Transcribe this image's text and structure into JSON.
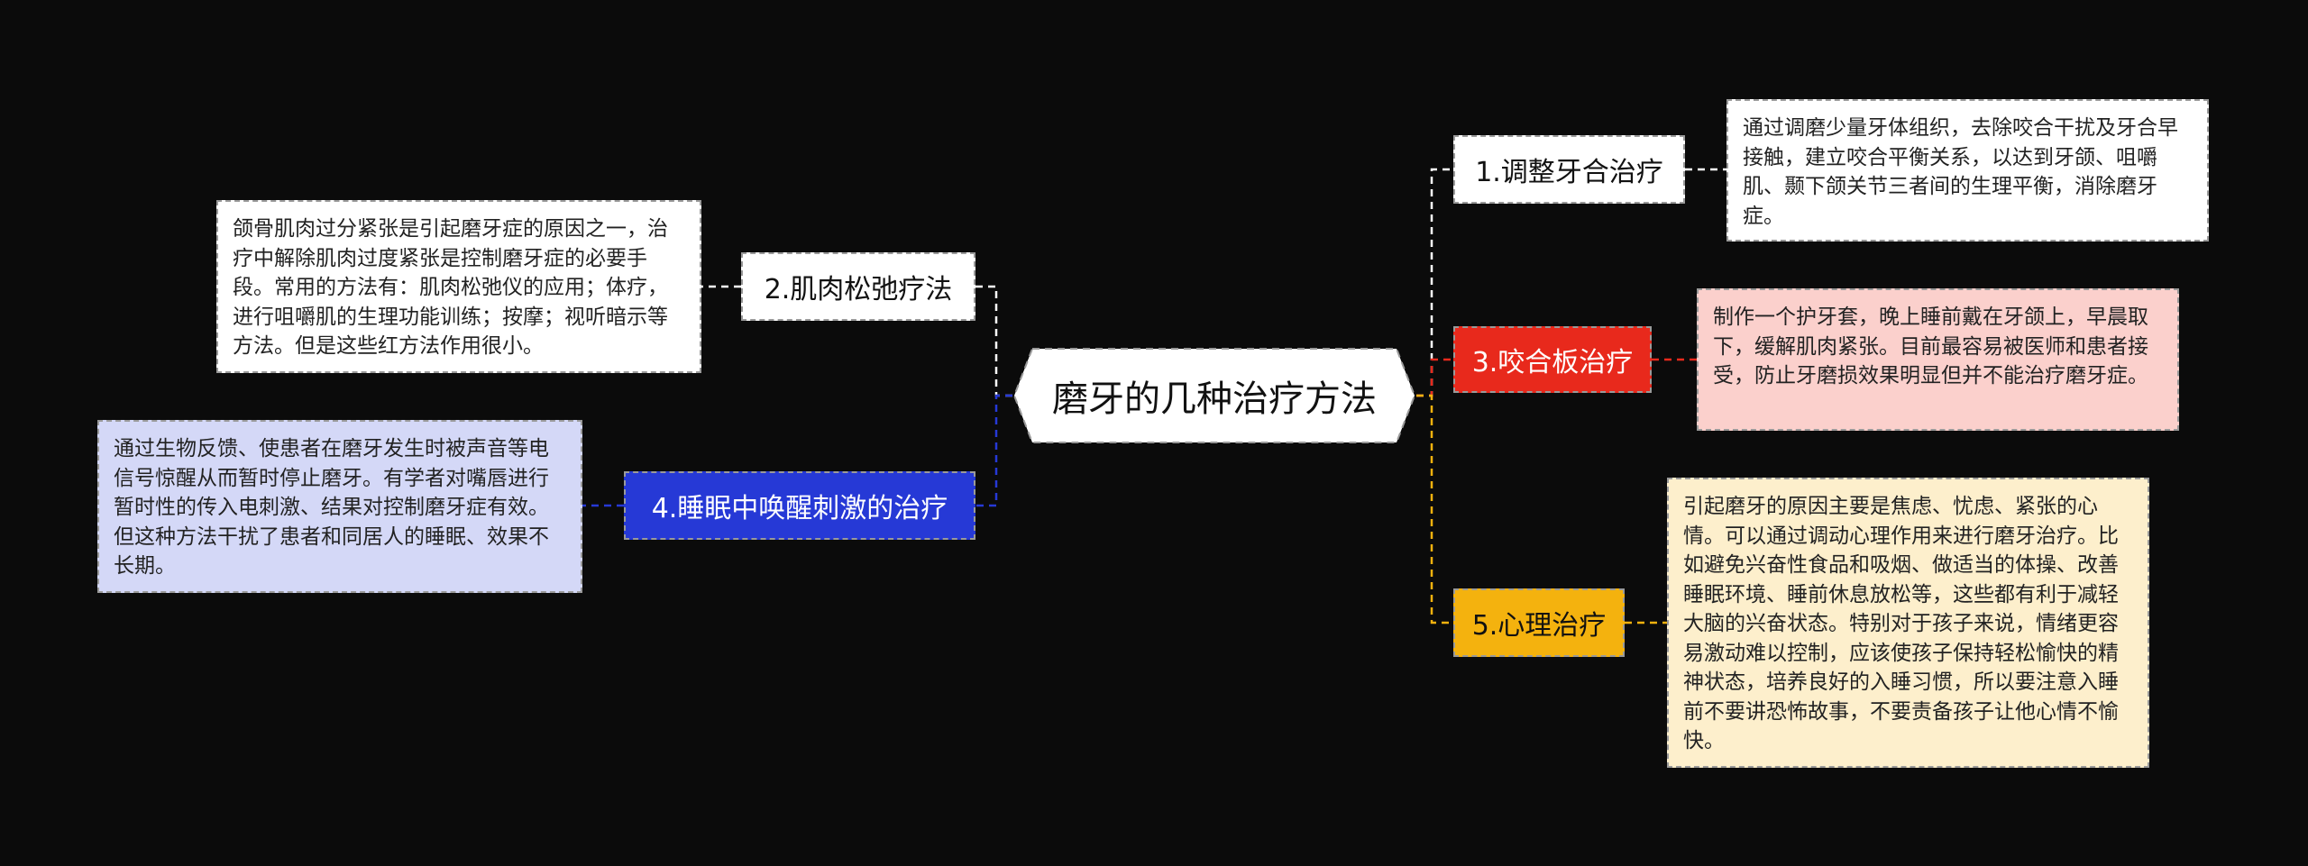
{
  "root": {
    "title": "磨牙的几种治疗方法"
  },
  "branches": [
    {
      "label": "1.调整牙合治疗",
      "detail": "通过调磨少量牙体组织，去除咬合干扰及牙合早接触，建立咬合平衡关系，以达到牙颌、咀嚼肌、颞下颌关节三者间的生理平衡，消除磨牙症。",
      "color": "#ffffff",
      "detail_bg": "#ffffff"
    },
    {
      "label": "2.肌肉松弛疗法",
      "detail": "颌骨肌肉过分紧张是引起磨牙症的原因之一，治疗中解除肌肉过度紧张是控制磨牙症的必要手段。常用的方法有：肌肉松弛仪的应用；体疗，进行咀嚼肌的生理功能训练；按摩；视听暗示等方法。但是这些红方法作用很小。",
      "color": "#ffffff",
      "detail_bg": "#ffffff"
    },
    {
      "label": "3.咬合板治疗",
      "detail": "制作一个护牙套，晚上睡前戴在牙颌上，早晨取下，缓解肌肉紧张。目前最容易被医师和患者接受，防止牙磨损效果明显但并不能治疗磨牙症。",
      "color": "#e8291c",
      "detail_bg": "#fbd0cc"
    },
    {
      "label": "4.睡眠中唤醒刺激的治疗",
      "detail": "通过生物反馈、使患者在磨牙发生时被声音等电信号惊醒从而暂时停止磨牙。有学者对嘴唇进行暂时性的传入电刺激、结果对控制磨牙症有效。但这种方法干扰了患者和同居人的睡眠、效果不长期。",
      "color": "#2639d6",
      "detail_bg": "#d4d8f7"
    },
    {
      "label": "5.心理治疗",
      "detail": "引起磨牙的原因主要是焦虑、忧虑、紧张的心情。可以通过调动心理作用来进行磨牙治疗。比如避免兴奋性食品和吸烟、做适当的体操、改善睡眠环境、睡前休息放松等，这些都有利于减轻大脑的兴奋状态。特别对于孩子来说，情绪更容易激动难以控制，应该使孩子保持轻松愉快的精神状态，培养良好的入睡习惯，所以要注意入睡前不要讲恐怖故事，不要责备孩子让他心情不愉快。",
      "color": "#f4b20e",
      "detail_bg": "#fdefcc"
    }
  ]
}
